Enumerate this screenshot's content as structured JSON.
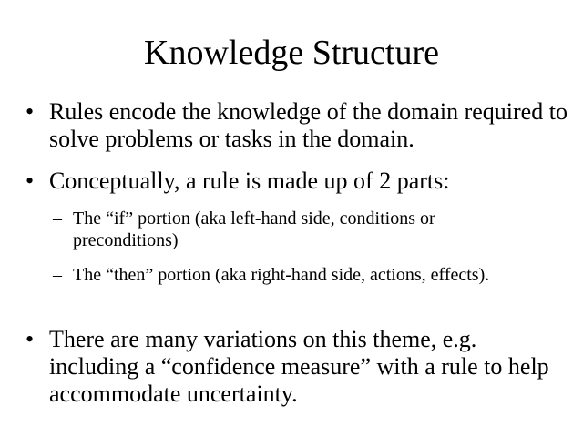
{
  "title": "Knowledge Structure",
  "bullets": [
    "Rules encode the knowledge of the domain required to solve problems or tasks in the domain.",
    "Conceptually, a rule is made up of 2 parts:",
    "There are many variations on this theme, e.g. including a “confidence measure” with a rule to help accommodate uncertainty."
  ],
  "sub_bullets": [
    "The “if” portion (aka left-hand side, conditions or preconditions)",
    "The “then” portion (aka right-hand side, actions, effects)."
  ],
  "bullet_marker": "•",
  "sub_marker": "–"
}
